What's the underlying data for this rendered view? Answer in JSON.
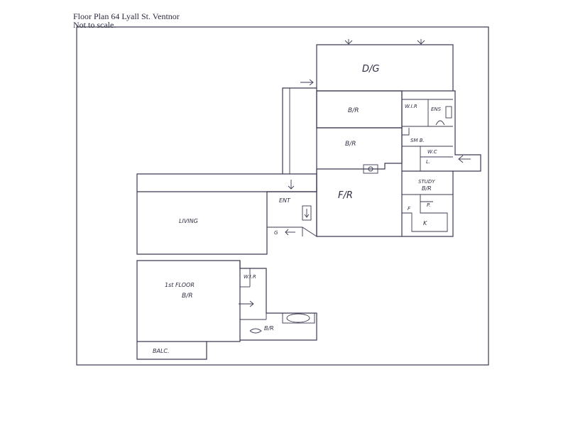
{
  "header": {
    "title": "Floor Plan 64 Lyall St. Ventnor",
    "subtitle": "Not to scale."
  },
  "rooms": {
    "dg": "D/G",
    "br1": "B/R",
    "wir1": "W.I.R",
    "ens": "ENS",
    "br2": "B/R",
    "sm_b": "SM B.",
    "wc": "W.C",
    "l": "L.",
    "fr": "F/R",
    "study_a": "STUDY",
    "study_b": "B/R",
    "f": "F",
    "p": "P.",
    "k": "K",
    "ent": "ENT",
    "living": "LIVING",
    "g": "G",
    "first_floor_a": "1st FLOOR",
    "first_floor_b": "B/R",
    "wir2": "W.I.R",
    "br3": "B/R",
    "balc": "BALC."
  },
  "colors": {
    "ink": "#3a3a52",
    "text": "#2a2a40"
  }
}
